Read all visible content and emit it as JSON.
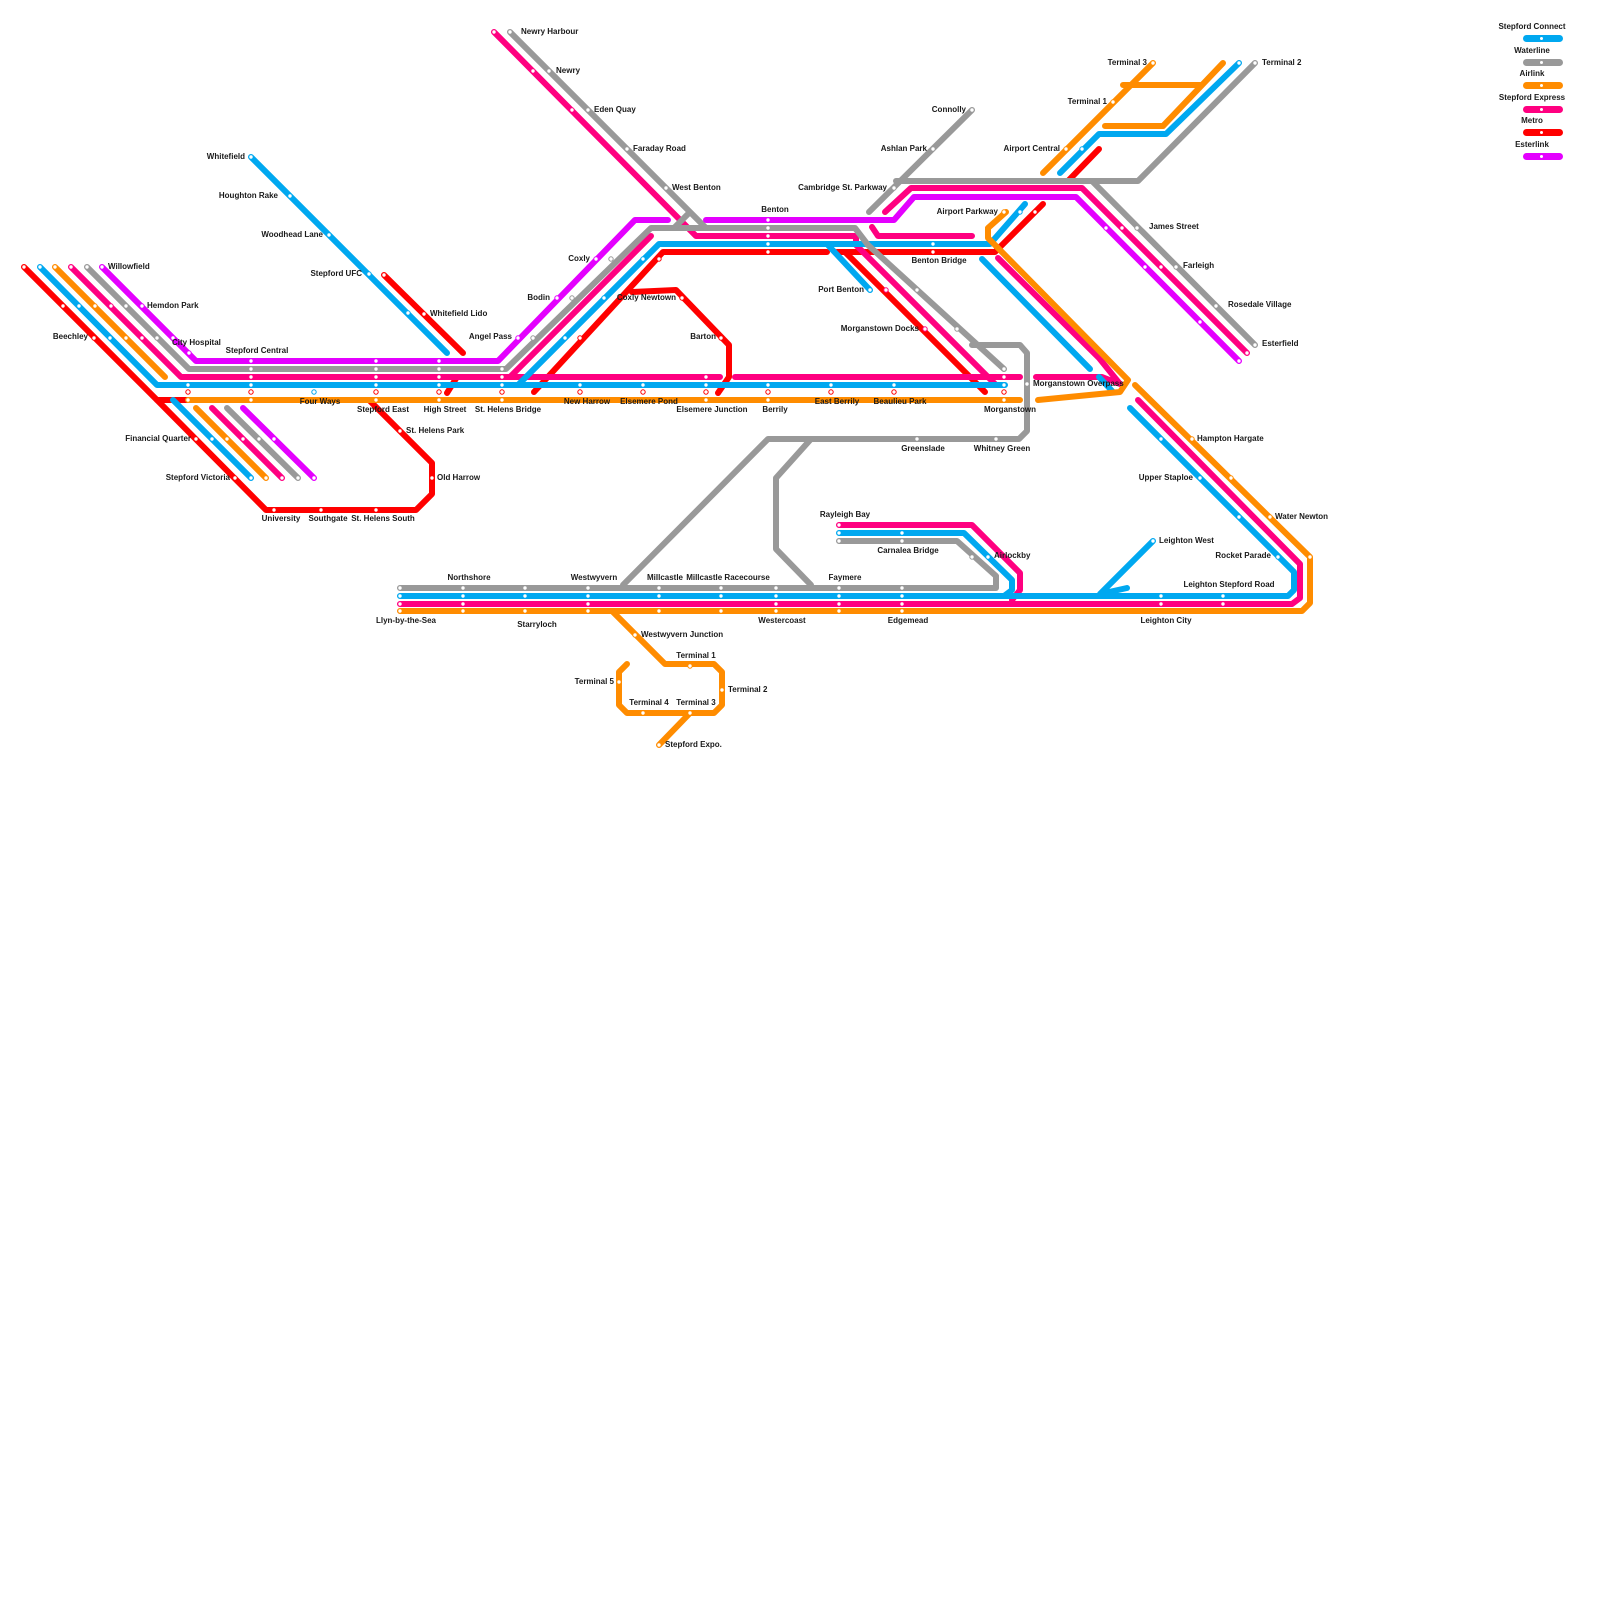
{
  "legend": {
    "lines": [
      {
        "name": "Stepford Connect",
        "color": "#00a8f0"
      },
      {
        "name": "Waterline",
        "color": "#999999"
      },
      {
        "name": "Airlink",
        "color": "#ff8c00"
      },
      {
        "name": "Stepford Express",
        "color": "#ff0080"
      },
      {
        "name": "Metro",
        "color": "#ff0000"
      },
      {
        "name": "Esterlink",
        "color": "#e400ff"
      }
    ]
  },
  "stations": {
    "newry_harbour": "Newry Harbour",
    "newry": "Newry",
    "eden_quay": "Eden Quay",
    "faraday_road": "Faraday Road",
    "west_benton": "West Benton",
    "whitefield": "Whitefield",
    "houghton_rake": "Houghton Rake",
    "woodhead_lane": "Woodhead Lane",
    "stepford_ufc": "Stepford UFC",
    "whitefield_lido": "Whitefield Lido",
    "willowfield": "Willowfield",
    "hemdon_park": "Hemdon Park",
    "beechley": "Beechley",
    "city_hospital": "City Hospital",
    "stepford_central": "Stepford Central",
    "angel_pass": "Angel Pass",
    "coxly": "Coxly",
    "bodin": "Bodin",
    "coxly_newtown": "Coxly Newtown",
    "barton": "Barton",
    "benton": "Benton",
    "port_benton": "Port Benton",
    "benton_bridge": "Benton Bridge",
    "morganstown_docks": "Morganstown Docks",
    "four_ways": "Four Ways",
    "stepford_east": "Stepford East",
    "high_street": "High Street",
    "st_helens_bridge": "St. Helens Bridge",
    "new_harrow": "New Harrow",
    "elsemere_pond": "Elsemere Pond",
    "elsemere_junction": "Elsemere Junction",
    "berrily": "Berrily",
    "east_berrily": "East Berrily",
    "beaulieu_park": "Beaulieu Park",
    "morganstown": "Morganstown",
    "morganstown_overpass": "Morganstown Overpass",
    "st_helens_park": "St. Helens Park",
    "old_harrow": "Old Harrow",
    "financial_quarter": "Financial Quarter",
    "stepford_victoria": "Stepford Victoria",
    "university": "University",
    "southgate": "Southgate",
    "st_helens_south": "St. Helens South",
    "connolly": "Connolly",
    "ashlan_park": "Ashlan Park",
    "cambridge_st_parkway": "Cambridge St. Parkway",
    "airport_parkway": "Airport Parkway",
    "terminal_3_north": "Terminal 3",
    "terminal_1_north": "Terminal 1",
    "terminal_2_north": "Terminal 2",
    "airport_central": "Airport Central",
    "james_street": "James Street",
    "farleigh": "Farleigh",
    "rosedale_village": "Rosedale Village",
    "esterfield": "Esterfield",
    "greenslade": "Greenslade",
    "whitney_green": "Whitney Green",
    "hampton_hargate": "Hampton Hargate",
    "upper_staploe": "Upper Staploe",
    "water_newton": "Water Newton",
    "rocket_parade": "Rocket Parade",
    "leighton_stepford_road": "Leighton Stepford Road",
    "leighton_west": "Leighton West",
    "leighton_city": "Leighton City",
    "rayleigh_bay": "Rayleigh Bay",
    "carnalea_bridge": "Carnalea Bridge",
    "airlockby": "Airlockby",
    "faymere": "Faymere",
    "northshore": "Northshore",
    "westwyvern": "Westwyvern",
    "millcastle": "Millcastle",
    "millcastle_racecourse": "Millcastle Racecourse",
    "llyn_by_the_sea": "Llyn-by-the-Sea",
    "starryloch": "Starryloch",
    "westercoast": "Westercoast",
    "edgemead": "Edgemead",
    "westwyvern_junction": "Westwyvern Junction",
    "terminal_1_south": "Terminal 1",
    "terminal_2_south": "Terminal 2",
    "terminal_3_south": "Terminal 3",
    "terminal_4_south": "Terminal 4",
    "terminal_5_south": "Terminal 5",
    "stepford_expo": "Stepford Expo."
  }
}
